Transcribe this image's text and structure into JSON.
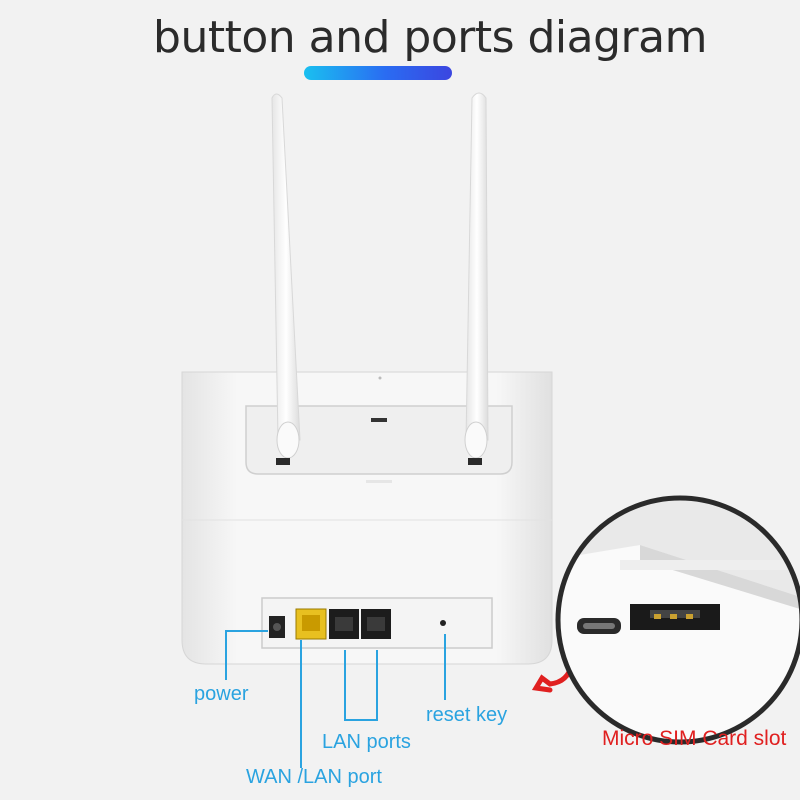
{
  "title": "button and ports diagram",
  "labels": {
    "power": "power",
    "wan_lan_port": "WAN /LAN port",
    "lan_ports": "LAN ports",
    "reset_key": "reset key",
    "sim_slot": "Micro SIM Card slot"
  },
  "colors": {
    "label_blue": "#2aa3e0",
    "label_red": "#e02020",
    "accent_gradient_start": "#1ac0f0",
    "accent_gradient_end": "#3b46e0",
    "wan_port": "#e8c020"
  }
}
